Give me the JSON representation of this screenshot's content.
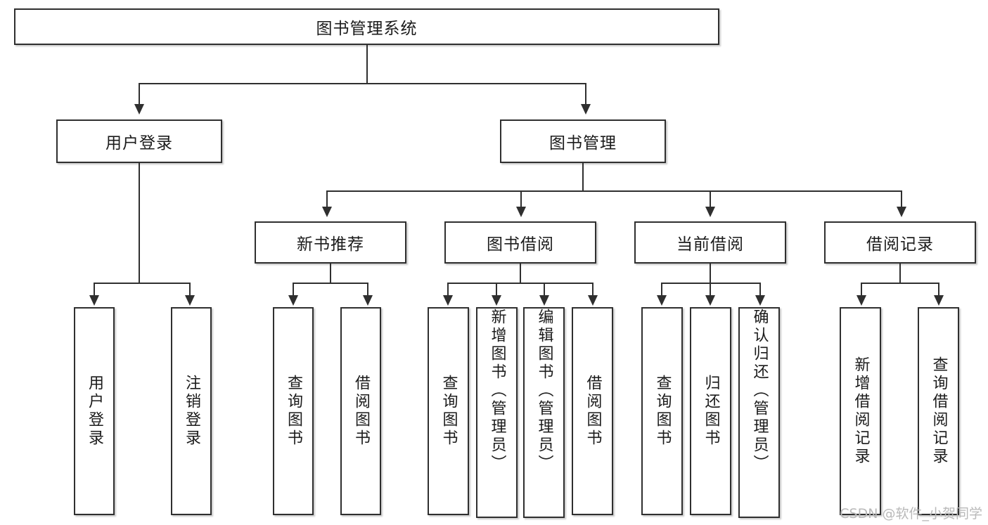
{
  "diagram": {
    "type": "tree",
    "title": "图书管理系统",
    "watermark": "CSDN @软件_小贺同学",
    "colors": {
      "stroke": "#2f2f2f",
      "fill": "#ffffff",
      "text": "#1b1b1b",
      "watermark": "#b9b9b9"
    },
    "nodes": {
      "root": "图书管理系统",
      "level2": [
        "用户登录",
        "图书管理"
      ],
      "level3": [
        "新书推荐",
        "图书借阅",
        "当前借阅",
        "借阅记录"
      ],
      "leaves": {
        "user_login": [
          "用户登录",
          "注销登录"
        ],
        "new_book": [
          "查询图书",
          "借阅图书"
        ],
        "book_borrow": [
          "查询图书",
          "新增图书（管理员）",
          "编辑图书（管理员）",
          "借阅图书"
        ],
        "current_borrow": [
          "查询图书",
          "归还图书",
          "确认归还（管理员）"
        ],
        "borrow_record": [
          "新增借阅记录",
          "查询借阅记录"
        ]
      }
    }
  }
}
